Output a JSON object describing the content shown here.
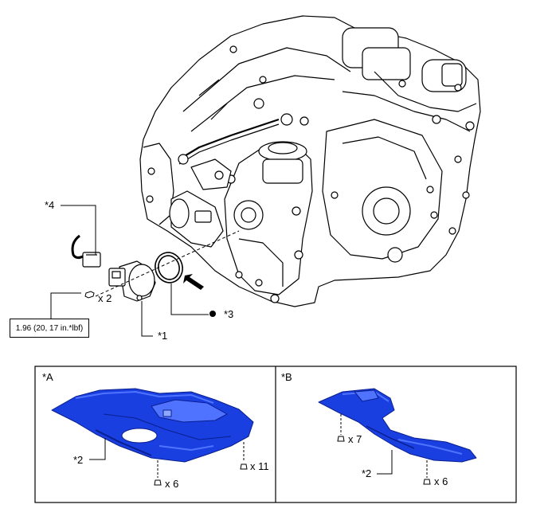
{
  "callouts": {
    "c1": "*1",
    "c2a": "*2",
    "c2b": "*2",
    "c3": "*3",
    "c4": "*4"
  },
  "torque_spec": "1.96 (20, 17 in.*lbf)",
  "quantities": {
    "top_bolt": "x 2",
    "a_bolt_side": "x 11",
    "a_bolt_bottom": "x 6",
    "b_bolt_top": "x 7",
    "b_bolt_bottom": "x 6"
  },
  "panels": {
    "a_label": "*A",
    "b_label": "*B"
  },
  "colors": {
    "line": "#000000",
    "undercover_blue": "#1a3fe0",
    "undercover_dark": "#0a1f8f",
    "undercover_light": "#4f73ff"
  }
}
